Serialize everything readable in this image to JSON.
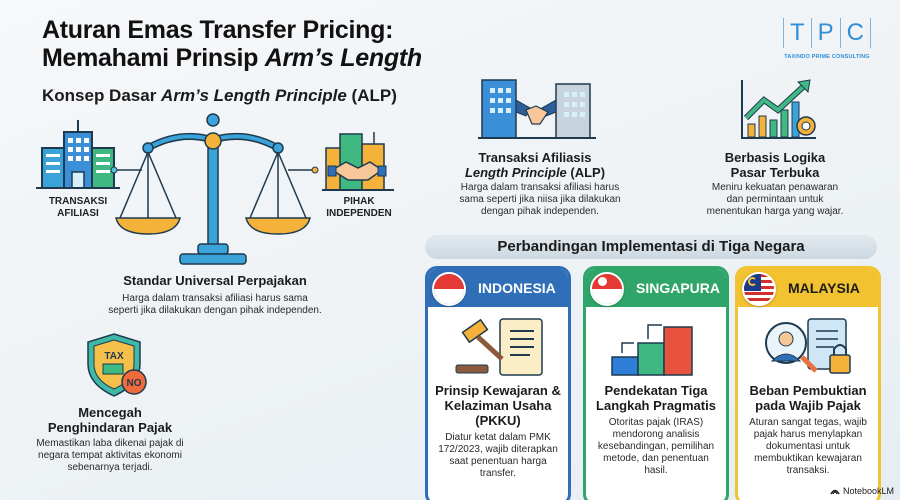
{
  "header": {
    "title_line1": "Aturan Emas Transfer Pricing:",
    "title_line2_plain": "Memahami Prinsip ",
    "title_line2_italic": "Arm’s Length",
    "subtitle_plain1": "Konsep Dasar ",
    "subtitle_italic": "Arm’s Length Principle",
    "subtitle_plain2": " (ALP)"
  },
  "logo": {
    "letters": [
      "T",
      "P",
      "C"
    ],
    "tagline": "TAXINDO PRIME CONSULTING",
    "color": "#2f8fd8"
  },
  "scale_section": {
    "left_label_line1": "TRANSAKSI",
    "left_label_line2": "AFILIASI",
    "right_label_line1": "PIHAK",
    "right_label_line2": "INDEPENDEN",
    "heading": "Standar Universal Perpajakan",
    "desc_line1": "Harga dalam transaksi afiliasi harus sama",
    "desc_line2": "seperti jika dilakukan dengan pihak independen.",
    "icons": [
      "office-building-icon",
      "balance-scale-icon",
      "handshake-buildings-icon"
    ]
  },
  "features": [
    {
      "icon": "buildings-handshake-icon",
      "heading_line1": "Transaksi Afiliasis",
      "heading_line2_italic": "Length Principle",
      "heading_line2_plain": " (ALP)",
      "desc_line1": "Harga dalam transaksi afiliasi harus",
      "desc_line2": "sama seperti jika niisa jika dilakukan",
      "desc_line3": "dengan pihak independen."
    },
    {
      "icon": "growth-chart-gear-icon",
      "heading_line1": "Berbasis Logika",
      "heading_line2": "Pasar Terbuka",
      "desc_line1": "Meniru kekuatan penawaran",
      "desc_line2": "dan permintaan untuk",
      "desc_line3": "menentukan harga yang wajar."
    },
    {
      "icon": "tax-shield-no-icon",
      "heading_line1": "Mencegah",
      "heading_line2": "Penghindaran Pajak",
      "desc_line1": "Memastikan laba dikenai pajak di",
      "desc_line2": "negara tempat aktivitas ekonomi",
      "desc_line3": "sebenarnya terjadi."
    }
  ],
  "comparison": {
    "title": "Perbandingan Implementasi di Tiga Negara",
    "countries": [
      {
        "name": "INDONESIA",
        "color": "#2f6fb7",
        "icon": "gavel-document-icon",
        "heading_line1": "Prinsip Kewajaran &",
        "heading_line2": "Kelaziman Usaha",
        "heading_line3": "(PKKU)",
        "desc_line1": "Diatur ketat dalam PMK",
        "desc_line2": "172/2023, wajib diterapkan",
        "desc_line3": "saat penentuan harga",
        "desc_line4": "transfer."
      },
      {
        "name": "SINGAPURA",
        "color": "#2fa56a",
        "icon": "three-step-blocks-icon",
        "heading_line1": "Pendekatan Tiga",
        "heading_line2": "Langkah Pragmatis",
        "desc_line1": "Otoritas pajak (IRAS)",
        "desc_line2": "mendorong analisis",
        "desc_line3": "kesebandingan, pemilihan",
        "desc_line4": "metode, dan penentuan",
        "desc_line5": "hasil."
      },
      {
        "name": "MALAYSIA",
        "color": "#f2c230",
        "icon": "magnifier-person-lock-icon",
        "heading_line1": "Beban Pembuktian",
        "heading_line2": "pada Wajib Pajak",
        "desc_line1": "Aturan sangat tegas, wajib",
        "desc_line2": "pajak harus menylapkan",
        "desc_line3": "dokumentasi untuk",
        "desc_line4": "membuktikan kewajaran",
        "desc_line5": "transaksi."
      }
    ]
  },
  "watermark": {
    "label": "NotebookLM"
  }
}
